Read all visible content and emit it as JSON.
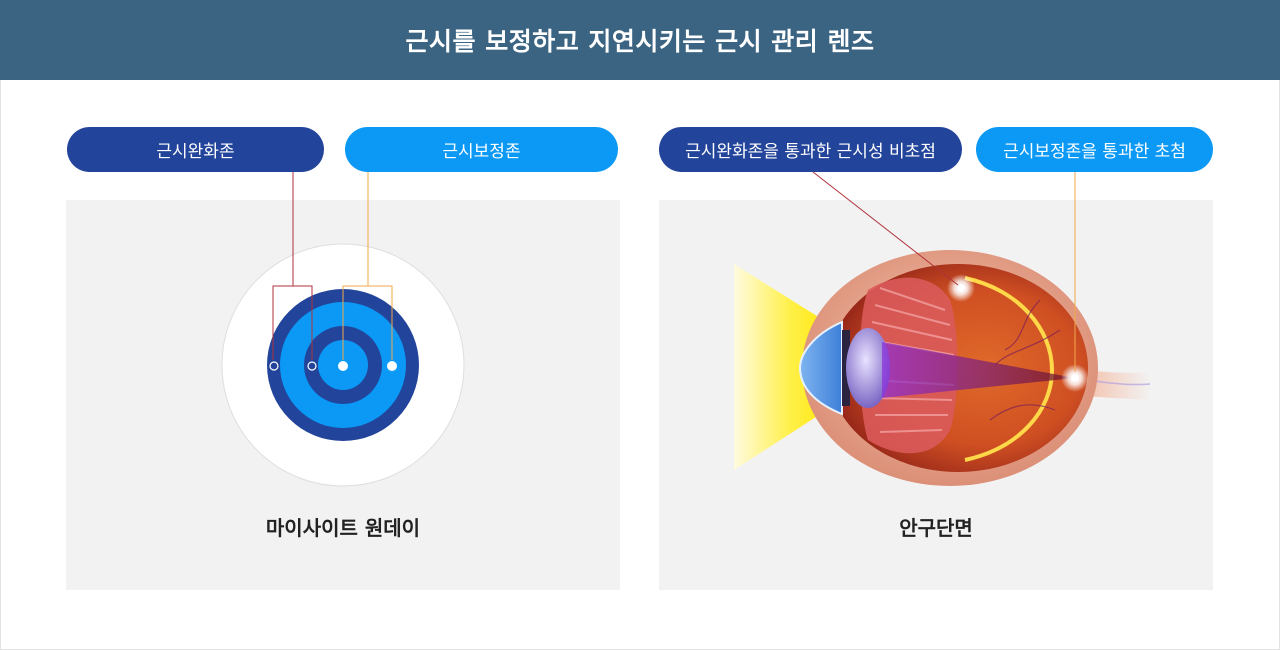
{
  "header": {
    "title": "근시를 보정하고 지연시키는 근시 관리 렌즈"
  },
  "left": {
    "pill_relief": "근시완화존",
    "pill_correct": "근시보정존",
    "caption": "마이사이트 원데이"
  },
  "right": {
    "pill_defocus": "근시완화존을 통과한 근시성 비초점",
    "pill_focus": "근시보정존을 통과한 초첨",
    "caption": "안구단면"
  },
  "colors": {
    "header_bg": "#3b6482",
    "navy": "#22449a",
    "sky": "#0b99f5",
    "relief_line": "#b0323c",
    "correct_line": "#f1a94a"
  }
}
